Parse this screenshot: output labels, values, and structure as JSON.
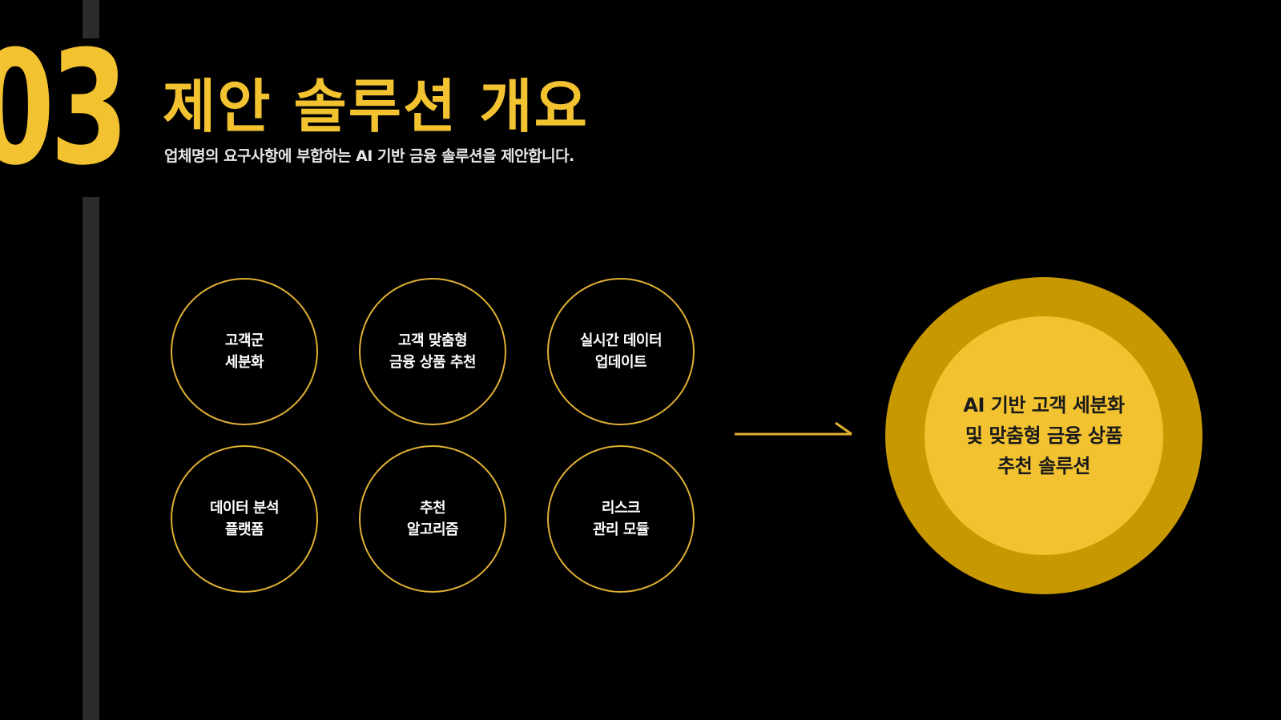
{
  "section": {
    "number": "03",
    "title": "제안 솔루션 개요",
    "subtitle": "업체명의 요구사항에 부합하는 AI 기반 금융 솔루션을 제안합니다."
  },
  "components": [
    {
      "lines": [
        "고객군",
        "세분화"
      ]
    },
    {
      "lines": [
        "고객 맞춤형",
        "금융 상품 추천"
      ]
    },
    {
      "lines": [
        "실시간 데이터",
        "업데이트"
      ]
    },
    {
      "lines": [
        "데이터 분석",
        "플랫폼"
      ]
    },
    {
      "lines": [
        "추천",
        "알고리즘"
      ]
    },
    {
      "lines": [
        "리스크",
        "관리 모듈"
      ]
    }
  ],
  "result": {
    "lines": [
      "AI 기반 고객 세분화",
      "및 맞춤형 금융 상품",
      "추천 솔루션"
    ]
  },
  "colors": {
    "accent": "#f2c230",
    "accent_dark": "#c79800",
    "background": "#000000",
    "bar": "#2b2b2b"
  },
  "icons": {
    "arrow": "arrow-right-icon"
  }
}
